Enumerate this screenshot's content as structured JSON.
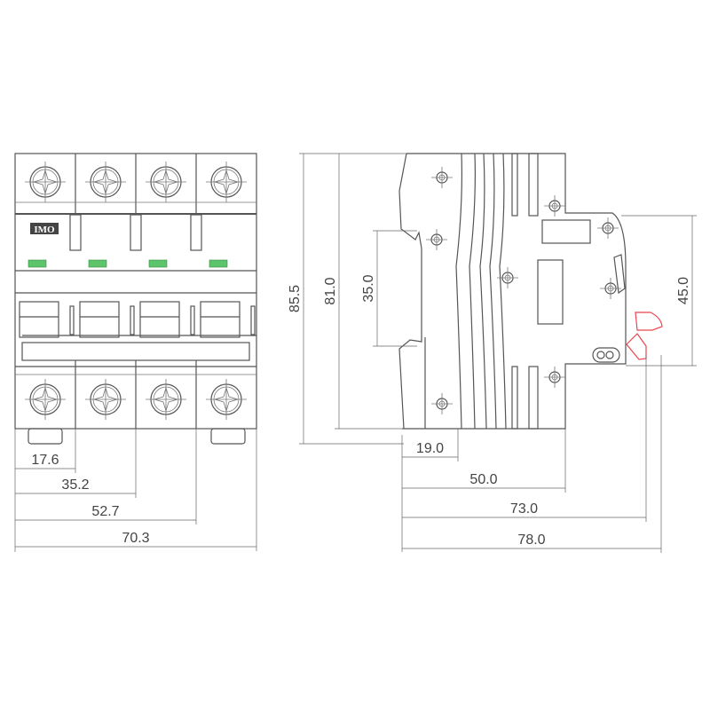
{
  "front_view": {
    "brand_label": "IMO",
    "indicator_color": "#5cc46a",
    "poles": 4,
    "dimensions": [
      "17.6",
      "35.2",
      "52.7",
      "70.3"
    ]
  },
  "side_view": {
    "vertical_dimensions": [
      "85.5",
      "81.0",
      "35.0",
      "45.0"
    ],
    "horizontal_dimensions": [
      "19.0",
      "50.0",
      "73.0",
      "78.0"
    ],
    "accent_color": "#e8474f"
  }
}
